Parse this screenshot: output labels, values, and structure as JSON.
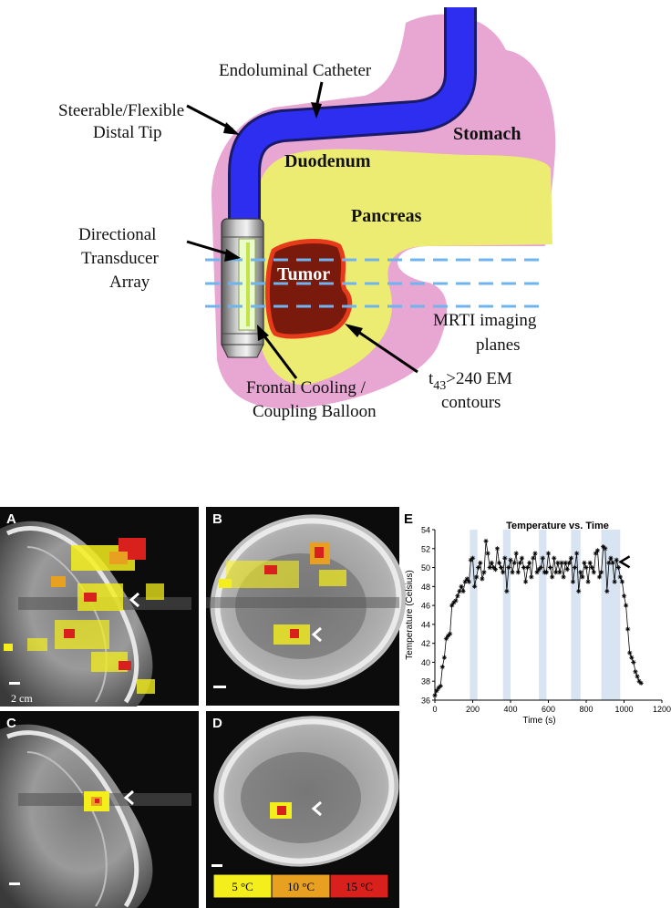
{
  "diagram": {
    "labels": {
      "catheter": "Endoluminal Catheter",
      "tip_line1": "Steerable/Flexible",
      "tip_line2": "Distal Tip",
      "stomach": "Stomach",
      "duodenum": "Duodenum",
      "pancreas": "Pancreas",
      "tumor": "Tumor",
      "transducer_line1": "Directional",
      "transducer_line2": "Transducer",
      "transducer_line3": "Array",
      "mrti_line1": "MRTI imaging",
      "mrti_line2": "planes",
      "t43_prefix": "t",
      "t43_sub": "43",
      "t43_suffix": ">240 EM",
      "t43_line2": "contours",
      "balloon_line1": "Frontal Cooling /",
      "balloon_line2": "Coupling Balloon"
    },
    "colors": {
      "stomach": "#e8a6d2",
      "pancreas": "#ecec72",
      "catheter": "#2e2ef0",
      "tumor": "#7a1a0c",
      "contour": "#e63a1a",
      "planes": "#6fb4ee"
    }
  },
  "panels": {
    "A": {
      "letter": "A",
      "scale_label": "2 cm"
    },
    "B": {
      "letter": "B"
    },
    "C": {
      "letter": "C"
    },
    "D": {
      "letter": "D"
    },
    "E": {
      "letter": "E"
    }
  },
  "legend": [
    {
      "label": "5 °C",
      "color": "#f4ef1c"
    },
    {
      "label": "10 °C",
      "color": "#e8a020"
    },
    {
      "label": "15 °C",
      "color": "#d8201c"
    }
  ],
  "chart_data": {
    "type": "line",
    "title": "Temperature vs. Time",
    "xlabel": "Time (s)",
    "ylabel": "Temperature (Celsius)",
    "xlim": [
      0,
      1200
    ],
    "ylim": [
      36,
      54
    ],
    "xticks": [
      0,
      200,
      400,
      600,
      800,
      1000,
      1200
    ],
    "yticks": [
      36,
      38,
      40,
      42,
      44,
      46,
      48,
      50,
      52,
      54
    ],
    "shaded_intervals": [
      [
        185,
        225
      ],
      [
        360,
        400
      ],
      [
        550,
        590
      ],
      [
        720,
        770
      ],
      [
        880,
        980
      ]
    ],
    "series": [
      {
        "x": [
          0,
          10,
          20,
          30,
          40,
          50,
          60,
          70,
          80,
          90,
          100,
          110,
          120,
          130,
          140,
          150,
          160,
          170,
          180,
          190,
          200,
          210,
          220,
          230,
          240,
          250,
          260,
          270,
          280,
          290,
          300,
          310,
          320,
          330,
          340,
          350,
          360,
          370,
          380,
          390,
          400,
          410,
          420,
          430,
          440,
          450,
          460,
          470,
          480,
          490,
          500,
          510,
          520,
          530,
          540,
          550,
          560,
          570,
          580,
          590,
          600,
          610,
          620,
          630,
          640,
          650,
          660,
          670,
          680,
          690,
          700,
          710,
          720,
          730,
          740,
          750,
          760,
          770,
          780,
          790,
          800,
          810,
          820,
          830,
          840,
          850,
          860,
          870,
          880,
          890,
          900,
          910,
          920,
          930,
          940,
          950,
          960,
          970,
          980,
          990,
          1000,
          1010,
          1020,
          1030,
          1040,
          1050,
          1060,
          1070,
          1080,
          1090
        ],
        "y": [
          36.5,
          37.0,
          37.3,
          37.5,
          39.5,
          40.5,
          42.5,
          42.8,
          43.0,
          46.0,
          46.3,
          46.5,
          47.0,
          47.5,
          48.0,
          47.5,
          48.5,
          48.8,
          48.5,
          50.8,
          51.0,
          48.0,
          49.0,
          50.0,
          50.5,
          48.8,
          49.5,
          52.8,
          51.5,
          50.0,
          50.5,
          50.0,
          49.8,
          52.0,
          50.5,
          50.0,
          49.5,
          51.0,
          47.5,
          50.0,
          50.8,
          49.5,
          50.5,
          51.5,
          49.5,
          50.5,
          51.0,
          50.0,
          48.5,
          50.0,
          50.5,
          49.0,
          51.0,
          51.5,
          49.5,
          49.8,
          50.0,
          51.0,
          49.5,
          49.5,
          51.5,
          50.0,
          49.0,
          51.0,
          49.5,
          50.5,
          49.5,
          50.5,
          49.0,
          50.5,
          49.8,
          50.5,
          51.0,
          48.5,
          50.0,
          51.5,
          47.5,
          49.5,
          49.0,
          50.5,
          50.0,
          48.5,
          50.5,
          50.0,
          49.5,
          51.5,
          51.8,
          49.0,
          49.5,
          52.2,
          52.0,
          47.5,
          50.5,
          51.0,
          50.5,
          48.5,
          50.8,
          50.0,
          49.0,
          48.5,
          47.0,
          46.0,
          43.5,
          41.0,
          40.5,
          40.0,
          39.0,
          38.5,
          38.0,
          37.8
        ]
      }
    ]
  }
}
